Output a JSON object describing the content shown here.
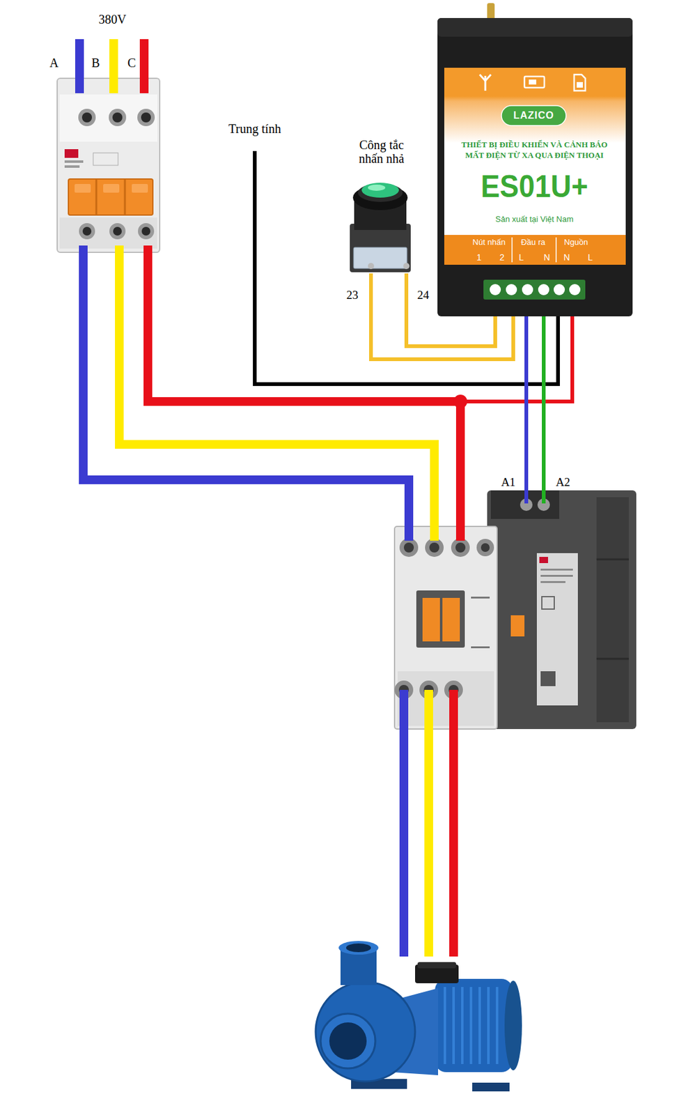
{
  "diagram": {
    "nodes": [
      {
        "text": [
          "LAZICO",
          "THIẾT BỊ ĐIỀU KHIỂN VÀ CẢNH BÁO MẤT ĐIỆN TỪ XA QUA ĐIỆN THOẠI",
          "ES01U+",
          "Sản xuất tại Việt Nam",
          "Nút nhấn",
          "1",
          "2",
          "Đầu ra",
          "L",
          "N",
          "Nguồn",
          "N",
          "L"
        ]
      },
      {
        "text": [
          "Công tắc nhấn nhả"
        ]
      }
    ],
    "edges": [
      {
        "from": 1,
        "to": 0,
        "arrow": "none"
      },
      {
        "from": 1,
        "to": 0,
        "arrow": "none"
      }
    ],
    "labels": [
      "380V",
      "A",
      "B",
      "C",
      "Trung tính",
      "23",
      "24",
      "A1",
      "A2"
    ]
  }
}
